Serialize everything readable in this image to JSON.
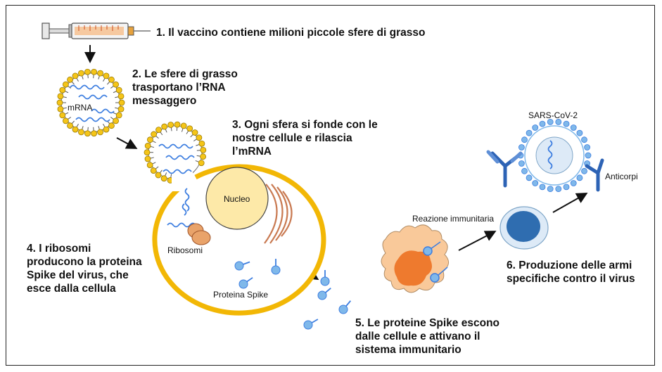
{
  "steps": {
    "s1": [
      "1. Il vaccino contiene milioni piccole sfere di grasso"
    ],
    "s2": [
      "2. Le sfere di grasso",
      "trasportano l’RNA",
      "messaggero"
    ],
    "s3": [
      "3. Ogni sfera si fonde con le",
      "nostre cellule e rilascia",
      "l’mRNA"
    ],
    "s4": [
      "4. I ribosomi",
      "producono la proteina",
      "Spike del virus, che",
      "esce dalla cellula"
    ],
    "s5": [
      "5. Le proteine Spike escono",
      "dalle cellule e attivano il",
      "sistema immunitario"
    ],
    "s6": [
      "6. Produzione delle armi",
      "specifiche contro il virus"
    ]
  },
  "labels": {
    "mrna": "mRNA",
    "nucleo": "Nucleo",
    "ribosomi": "Ribosomi",
    "proteina_spike": "Proteina Spike",
    "reazione": "Reazione immunitaria",
    "sars": "SARS-CoV-2",
    "anticorpi": "Anticorpi"
  },
  "colors": {
    "lipid_head": "#f5c518",
    "cell_membrane": "#f2b705",
    "nucleus": "#fde9a8",
    "rna": "#3d7ee0",
    "spike": "#7fb8ea",
    "ribosome": "#e9a36a",
    "golgi": "#c97a52",
    "macrophage": "#f9c99a",
    "macrophage_nucleus": "#ee7a2e",
    "bcell": "#2f6db0",
    "antibody": "#2d63b5"
  }
}
